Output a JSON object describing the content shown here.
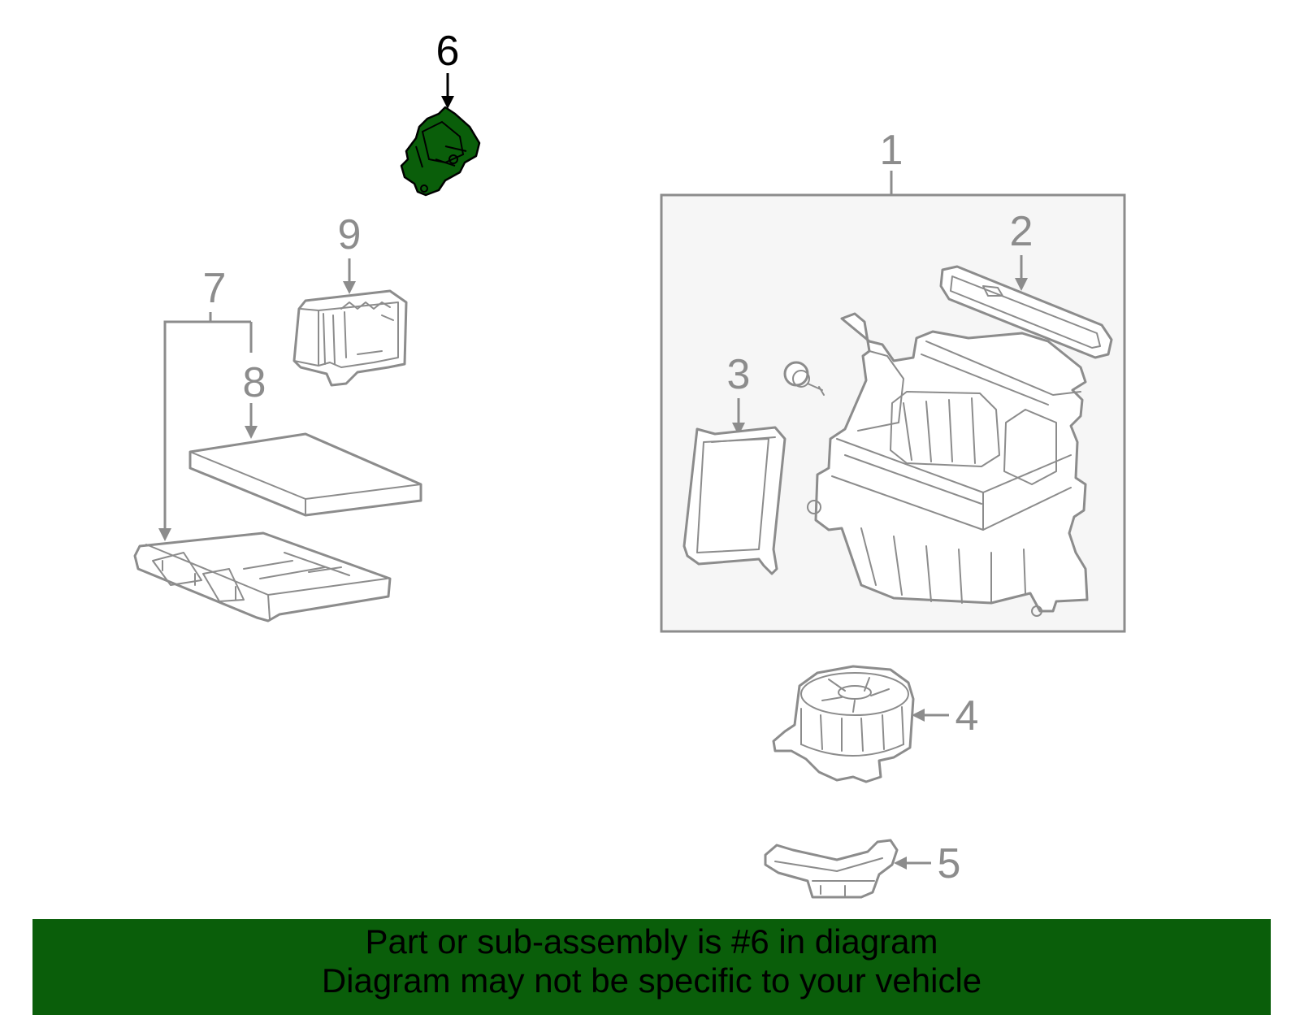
{
  "diagram": {
    "callouts": [
      "1",
      "2",
      "3",
      "4",
      "5",
      "6",
      "7",
      "8",
      "9"
    ],
    "selected_callout": "6"
  },
  "banner": {
    "line1": "Part or sub-assembly is #6 in diagram",
    "line2": "Diagram may not be specific to your vehicle"
  },
  "colors": {
    "highlight": "#0a5e0a",
    "part_outline": "#8c8c8c",
    "assembly_box_fill": "#f6f6f6"
  }
}
